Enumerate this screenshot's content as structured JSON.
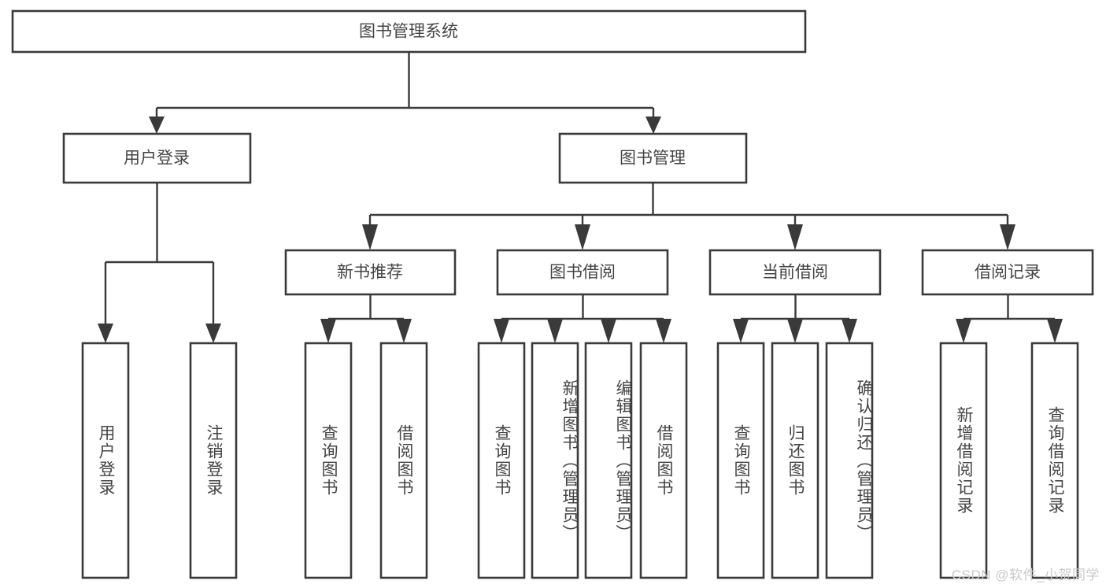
{
  "diagram": {
    "title": "图书管理系统",
    "watermark": "CSDN @软件_小贺同学",
    "colors": {
      "box_stroke": "#3a3a3a",
      "box_fill": "#ffffff",
      "text": "#444444",
      "connector": "#3a3a3a",
      "watermark": "#c9c9c9",
      "background": "#ffffff"
    },
    "levels": {
      "root": "图书管理系统",
      "level2": [
        "用户登录",
        "图书管理"
      ],
      "level3": [
        "新书推荐",
        "图书借阅",
        "当前借阅",
        "借阅记录"
      ]
    },
    "nodes": {
      "root": {
        "label": "图书管理系统"
      },
      "user_login": {
        "label": "用户登录"
      },
      "book_mgmt": {
        "label": "图书管理"
      },
      "new_book_rec": {
        "label": "新书推荐"
      },
      "book_borrow": {
        "label": "图书借阅"
      },
      "current_borrow": {
        "label": "当前借阅"
      },
      "borrow_record": {
        "label": "借阅记录"
      }
    },
    "leaves": {
      "user_login_children": [
        {
          "label": "用户登录"
        },
        {
          "label": "注销登录"
        }
      ],
      "new_book_rec_children": [
        {
          "label": "查询图书"
        },
        {
          "label": "借阅图书"
        }
      ],
      "book_borrow_children": [
        {
          "label": "查询图书"
        },
        {
          "label": "新增图书（管理员）"
        },
        {
          "label": "编辑图书（管理员）"
        },
        {
          "label": "借阅图书"
        }
      ],
      "current_borrow_children": [
        {
          "label": "查询图书"
        },
        {
          "label": "归还图书"
        },
        {
          "label": "确认归还（管理员）"
        }
      ],
      "borrow_record_children": [
        {
          "label": "新增借阅记录"
        },
        {
          "label": "查询借阅记录"
        }
      ]
    }
  }
}
